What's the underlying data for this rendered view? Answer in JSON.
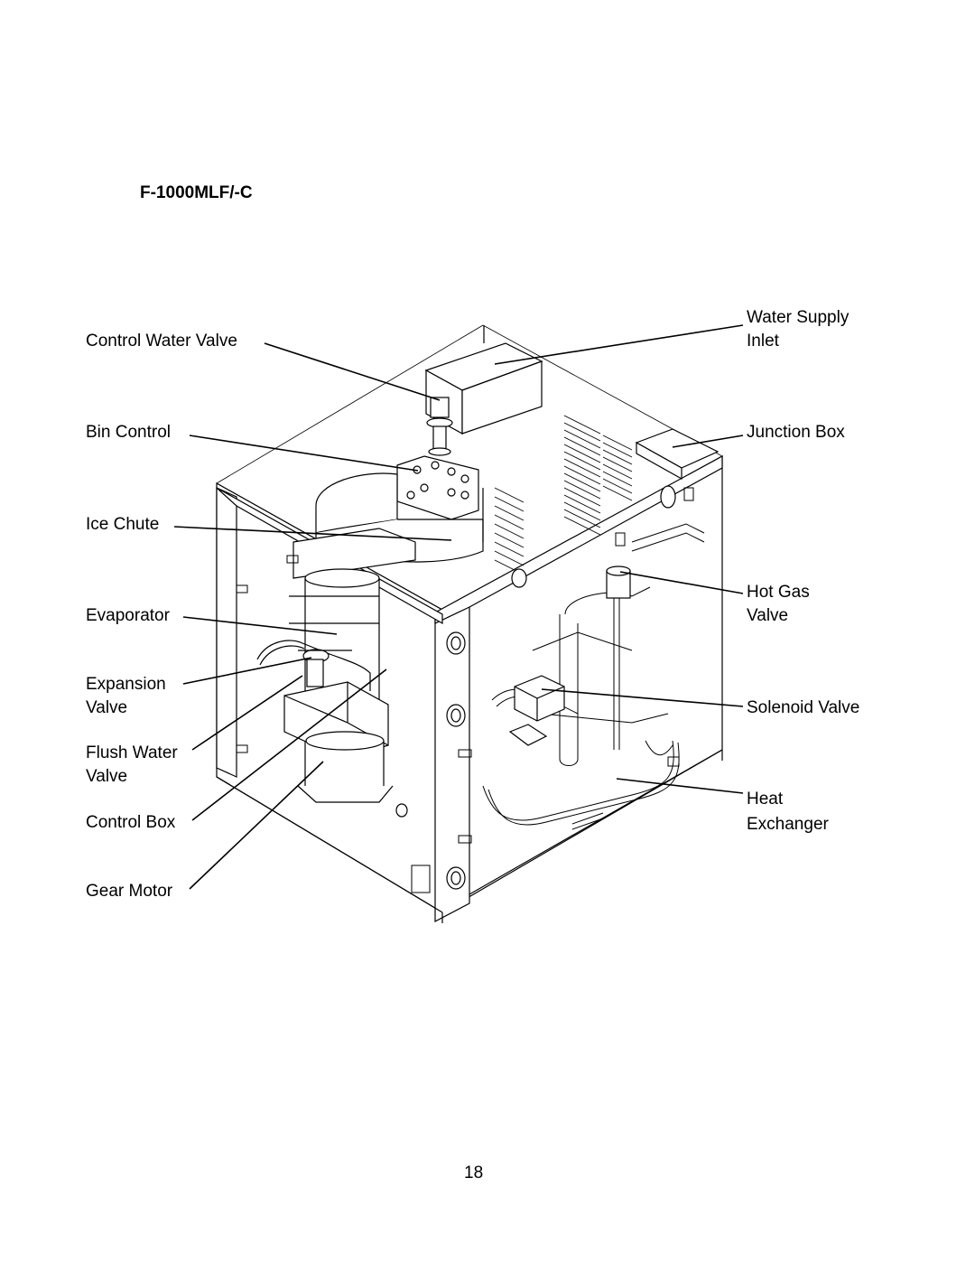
{
  "title": "F-1000MLF/-C",
  "labels": {
    "control_water_valve": "Control Water Valve",
    "bin_control": "Bin Control",
    "ice_chute": "Ice Chute",
    "evaporator": "Evaporator",
    "expansion_valve_1": "Expansion",
    "expansion_valve_2": "Valve",
    "flush_water_valve_1": "Flush Water",
    "flush_water_valve_2": "Valve",
    "control_box": "Control Box",
    "gear_motor": "Gear Motor",
    "water_supply_inlet_1": "Water Supply",
    "water_supply_inlet_2": "Inlet",
    "junction_box": "Junction Box",
    "hot_gas_valve_1": "Hot Gas",
    "hot_gas_valve_2": "Valve",
    "solenoid_valve": "Solenoid Valve",
    "heat_exchanger_1": "Heat",
    "heat_exchanger_2": "Exchanger"
  },
  "page_number": "18"
}
